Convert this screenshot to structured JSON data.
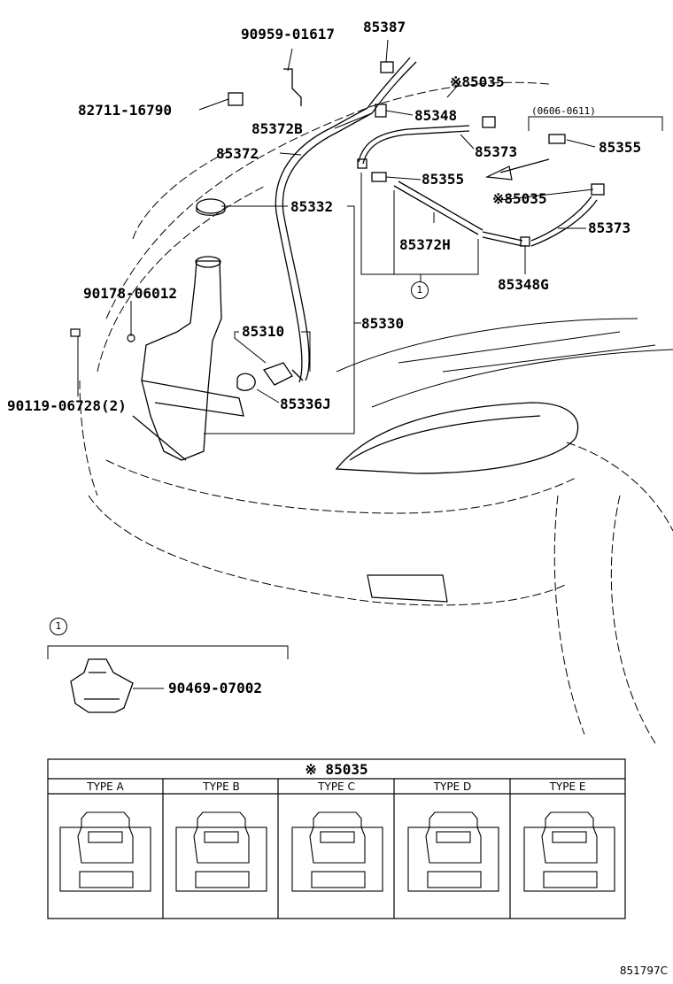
{
  "callouts": [
    {
      "id": "p1",
      "text": "90959-01617"
    },
    {
      "id": "p2",
      "text": "85387"
    },
    {
      "id": "p3",
      "text": "※85035"
    },
    {
      "id": "p4",
      "text": "82711-16790"
    },
    {
      "id": "p5",
      "text": "85348"
    },
    {
      "id": "p6",
      "text": "85372B"
    },
    {
      "id": "p7",
      "text": "85373"
    },
    {
      "id": "p8",
      "text": "85372"
    },
    {
      "id": "p9",
      "text": "85355"
    },
    {
      "id": "p10",
      "text": "※85035"
    },
    {
      "id": "p11",
      "text": "85332"
    },
    {
      "id": "p12",
      "text": "85373"
    },
    {
      "id": "p13",
      "text": "85372H"
    },
    {
      "id": "p14",
      "text": "85348G"
    },
    {
      "id": "p15",
      "text": "90178-06012"
    },
    {
      "id": "p16",
      "text": "85310"
    },
    {
      "id": "p17",
      "text": "85330"
    },
    {
      "id": "p18",
      "text": "90119-06728(2)"
    },
    {
      "id": "p19",
      "text": "85336J"
    },
    {
      "id": "p20",
      "text": "85355"
    },
    {
      "id": "p21",
      "text": "90469-07002"
    }
  ],
  "date_range": "(0606-0611)",
  "circle_ref": "1",
  "table": {
    "title": "※ 85035",
    "types": [
      "TYPE A",
      "TYPE B",
      "TYPE C",
      "TYPE D",
      "TYPE E"
    ]
  },
  "figure_id": "851797C"
}
